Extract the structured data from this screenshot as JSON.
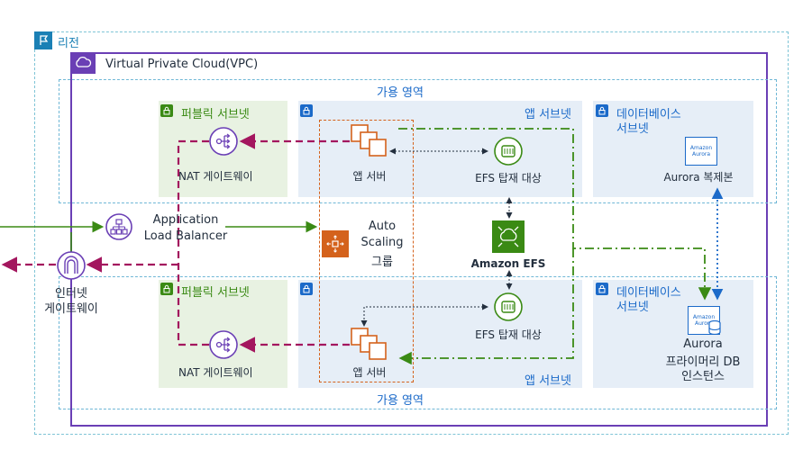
{
  "region": {
    "label": "리전"
  },
  "vpc": {
    "label": "Virtual Private Cloud(VPC)"
  },
  "az": {
    "top_label": "가용 영역",
    "bottom_label": "가용 영역"
  },
  "subnets": {
    "public_top": "퍼블릭 서브넷",
    "public_bottom": "퍼블릭 서브넷",
    "app_top": "앱 서브넷",
    "app_bottom": "앱 서브넷",
    "db_top_line1": "데이터베이스",
    "db_top_line2": "서브넷",
    "db_bottom_line1": "데이터베이스",
    "db_bottom_line2": "서브넷"
  },
  "nodes": {
    "nat_top": "NAT 게이트웨이",
    "nat_bottom": "NAT 게이트웨이",
    "app_server_top": "앱 서버",
    "app_server_bottom": "앱 서버",
    "efs_mount_top": "EFS 탑재 대상",
    "efs_mount_bottom": "EFS 탑재 대상",
    "aurora_replica": "Aurora 복제본",
    "aurora_primary_line1": "Aurora",
    "aurora_primary_line2": "프라이머리 DB",
    "aurora_primary_line3": "인스턴스",
    "alb_line1": "Application",
    "alb_line2": "Load Balancer",
    "asg_line1": "Auto",
    "asg_line2": "Scaling",
    "asg_line3": "그룹",
    "efs": "Amazon EFS",
    "igw_line1": "인터넷",
    "igw_line2": "게이트웨이"
  },
  "aurora_badge": {
    "line1": "Amazon",
    "line2": "Aurora"
  },
  "colors": {
    "region_border": "#7fc4d6",
    "vpc_border": "#6a3fb5",
    "az_border": "#6fb7d6",
    "public_subnet_bg": "#e8f2e2",
    "app_subnet_bg": "#e6eef7",
    "green": "#3a8a14",
    "blue": "#1b6ac9",
    "maroon": "#a3165e",
    "orange": "#d4621c",
    "efs_green": "#3a8a14"
  }
}
